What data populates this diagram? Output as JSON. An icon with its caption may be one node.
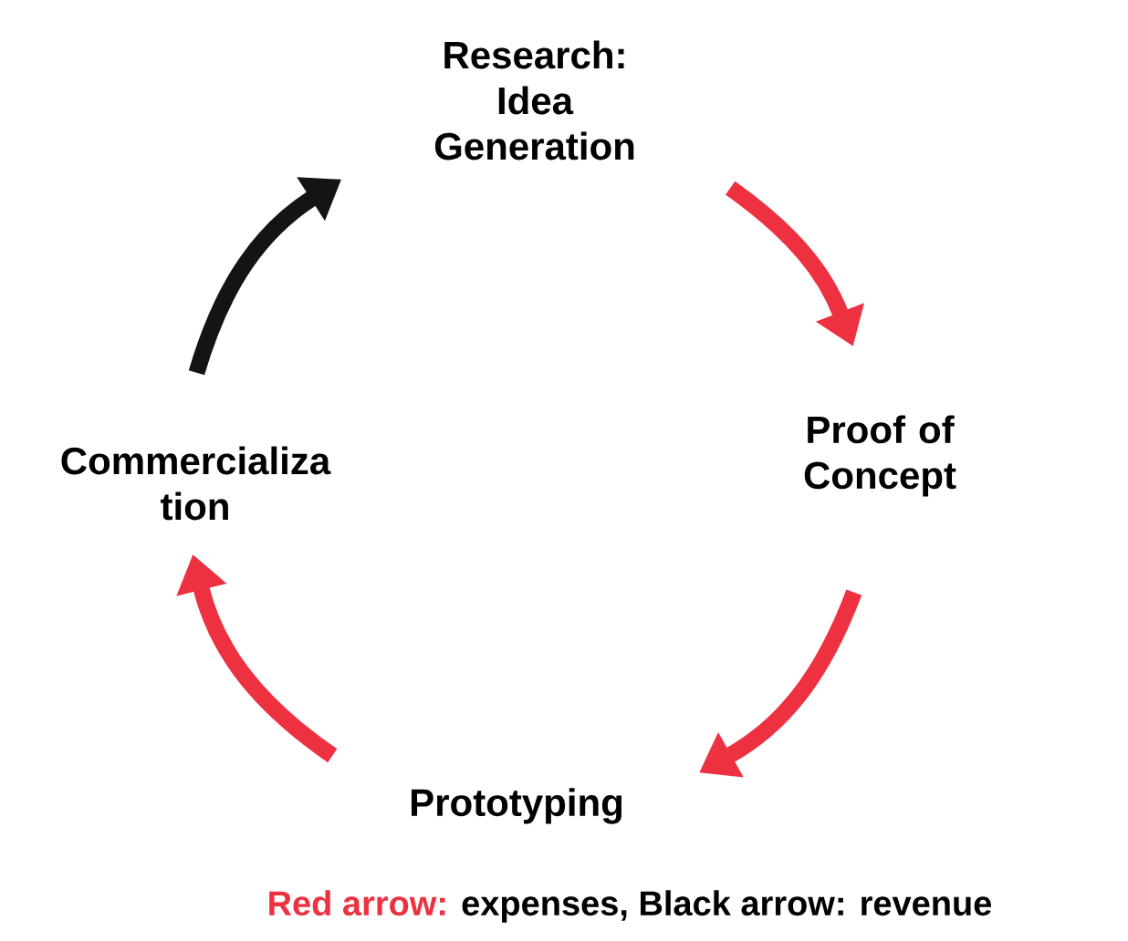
{
  "diagram": {
    "nodes": [
      {
        "text": [
          "Research: Idea Generation"
        ]
      },
      {
        "text": [
          "Proof of Concept"
        ]
      },
      {
        "text": [
          "Prototyping"
        ]
      },
      {
        "text": [
          "Commercializa tion"
        ]
      }
    ],
    "edges": [
      {
        "from": 0,
        "to": 1,
        "arrow": "to"
      },
      {
        "from": 1,
        "to": 2,
        "arrow": "to"
      },
      {
        "from": 2,
        "to": 3,
        "arrow": "to"
      },
      {
        "from": 3,
        "to": 0,
        "arrow": "to",
        "color": "#141414"
      }
    ],
    "labels": [
      "Red arrow:",
      "expenses, Black arrow: revenue"
    ]
  }
}
